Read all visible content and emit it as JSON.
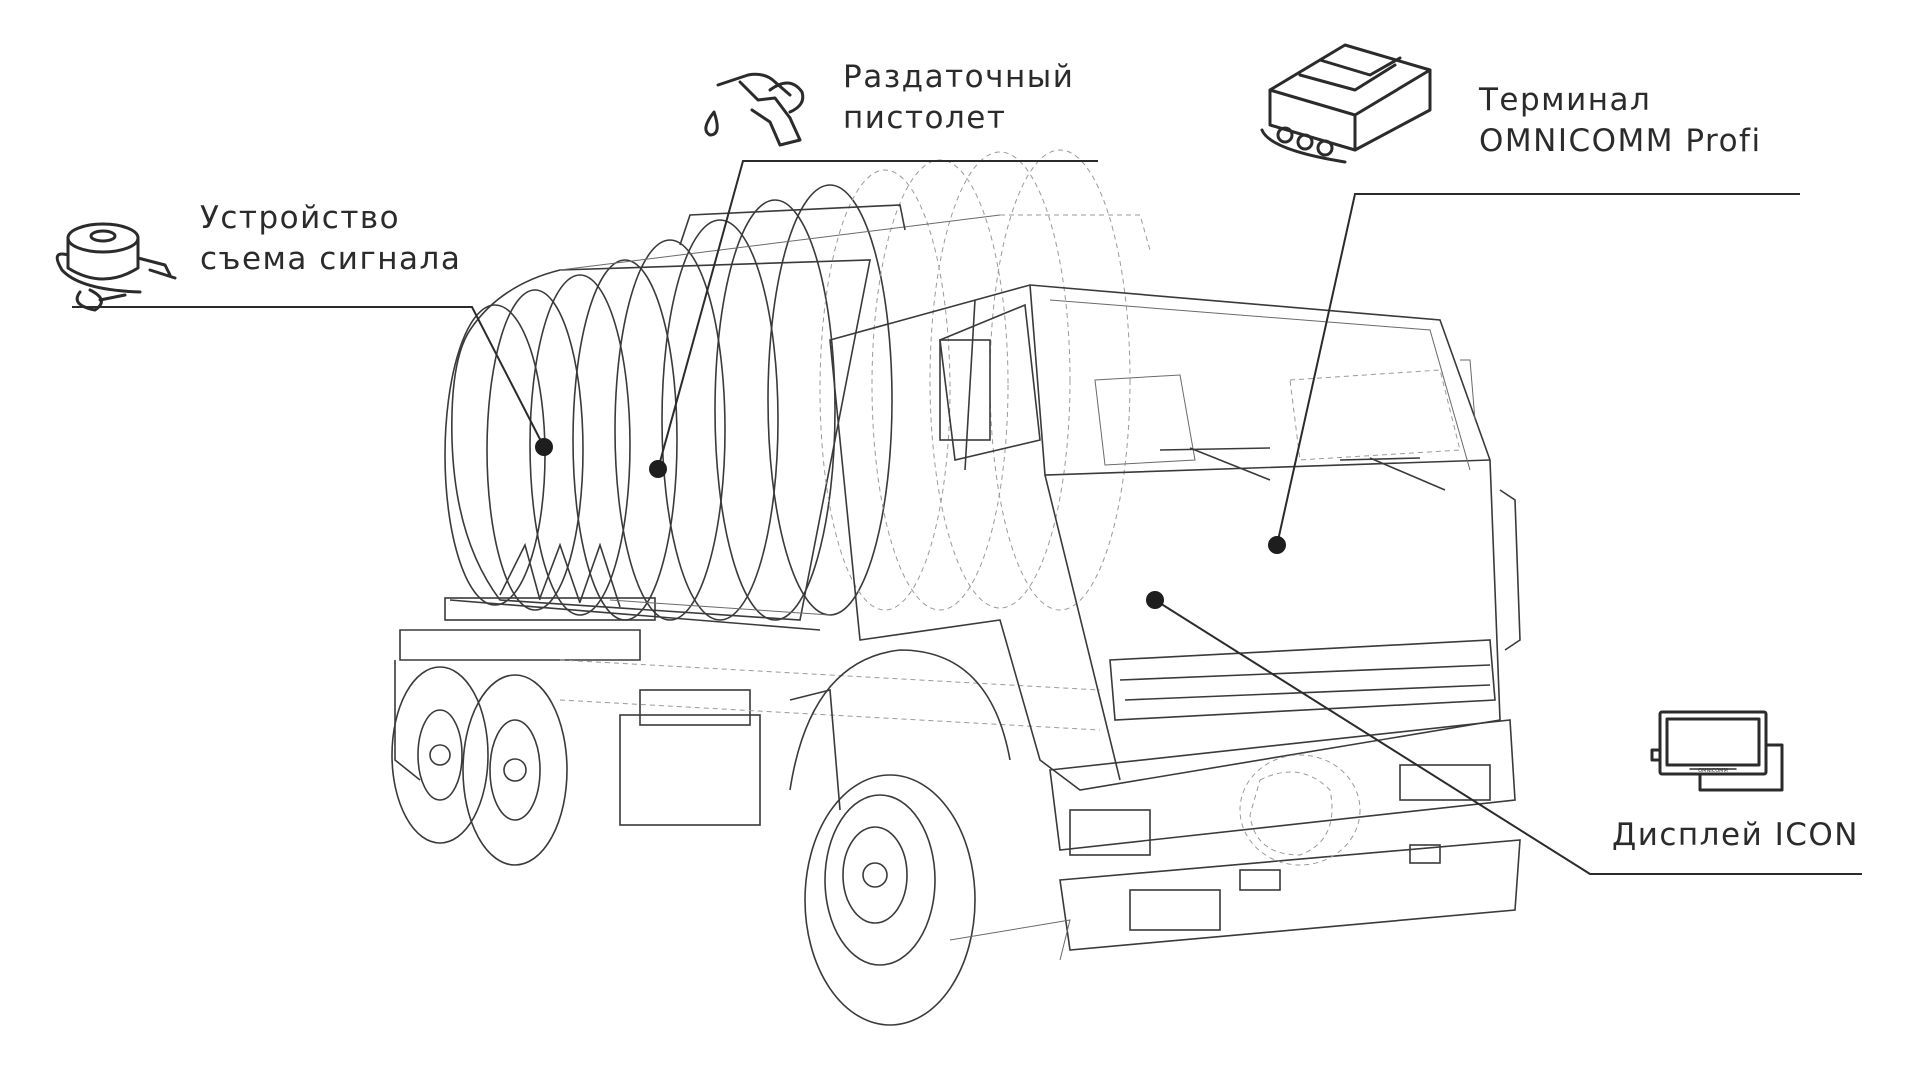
{
  "callouts": [
    {
      "id": "signal-device",
      "lines": [
        "Устройство",
        "съема сигнала"
      ],
      "icon": "signal-pickup-device-icon"
    },
    {
      "id": "nozzle",
      "lines": [
        "Раздаточный",
        "пистолет"
      ],
      "icon": "fuel-nozzle-icon"
    },
    {
      "id": "terminal",
      "lines": [
        "Терминал",
        "OMNICOMM Profi"
      ],
      "icon": "terminal-device-icon"
    },
    {
      "id": "display",
      "lines": [
        "Дисплей ICON"
      ],
      "icon": "display-icon"
    }
  ],
  "display_brand": "OMNICOMM",
  "colors": {
    "line": "#2b2b2b",
    "truck": "#3a3a3a",
    "background": "#ffffff"
  }
}
